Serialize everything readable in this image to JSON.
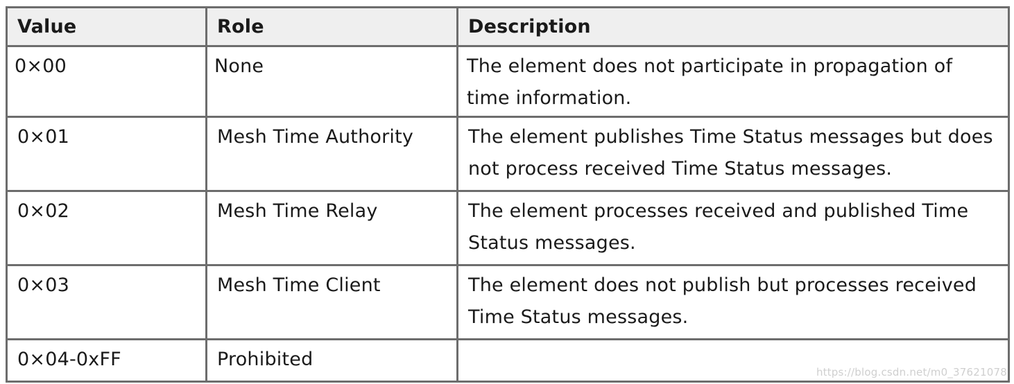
{
  "table": {
    "headers": {
      "value": "Value",
      "role": "Role",
      "description": "Description"
    },
    "rows": [
      {
        "value": "0×00",
        "role": "None",
        "description": "The element does not participate in propagation of time information."
      },
      {
        "value": "0×01",
        "role": "Mesh Time Authority",
        "description": "The element publishes Time Status messages but does not process received Time Status messages."
      },
      {
        "value": "0×02",
        "role": "Mesh Time Relay",
        "description": "The element processes received and published Time Status messages."
      },
      {
        "value": "0×03",
        "role": "Mesh Time Client",
        "description": "The element does not publish but processes received Time Status messages."
      },
      {
        "value": "0×04-0xFF",
        "role": "Prohibited",
        "description": ""
      }
    ]
  },
  "watermark": "https://blog.csdn.net/m0_37621078"
}
